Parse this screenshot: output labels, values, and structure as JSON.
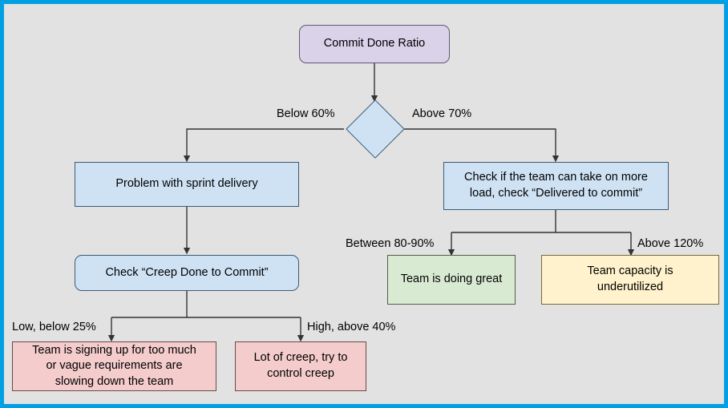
{
  "canvas": {
    "border_color": "#029fe3",
    "background_color": "#e2e2e2"
  },
  "diagram": {
    "type": "flowchart",
    "title_node": "Commit Done Ratio",
    "nodes": {
      "root": {
        "label": "Commit Done Ratio",
        "color": "#d9d2e9",
        "shape": "rounded-rectangle"
      },
      "decision": {
        "label": "",
        "color": "#cfe2f3",
        "shape": "diamond"
      },
      "problem_sprint": {
        "label": "Problem with sprint delivery",
        "color": "#cfe2f3",
        "shape": "rectangle"
      },
      "check_more_load": {
        "label": "Check if the team can take on more\nload, check “Delivered to commit”",
        "color": "#cfe2f3",
        "shape": "rectangle"
      },
      "check_creep": {
        "label": "Check “Creep Done to Commit”",
        "color": "#cfe2f3",
        "shape": "rounded-rectangle"
      },
      "signing_too_much": {
        "label": "Team is signing up for too much\nor vague requirements are\nslowing down the team",
        "color": "#f4cccc",
        "shape": "rectangle"
      },
      "lot_of_creep": {
        "label": "Lot of creep, try to\ncontrol creep",
        "color": "#f4cccc",
        "shape": "rectangle"
      },
      "doing_great": {
        "label": "Team is doing great",
        "color": "#d9ead3",
        "shape": "rectangle"
      },
      "underutilized": {
        "label": "Team capacity is\nunderutilized",
        "color": "#fff2cc",
        "shape": "rectangle"
      }
    },
    "edge_labels": {
      "below_60": "Below 60%",
      "above_70": "Above 70%",
      "between_80_90": "Between 80-90%",
      "above_120": "Above 120%",
      "low_below_25": "Low, below 25%",
      "high_above_40": "High, above 40%"
    }
  }
}
